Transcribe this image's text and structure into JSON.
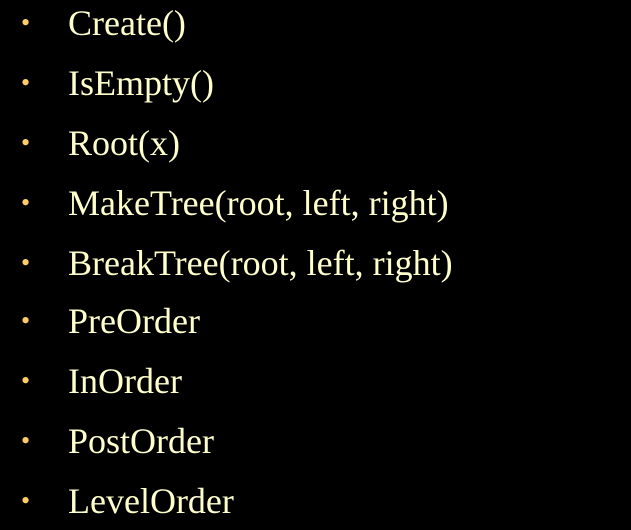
{
  "accent_color": "#ffcc66",
  "text_color": "#ffffcc",
  "background_color": "#000000",
  "items": [
    {
      "label": "Create()"
    },
    {
      "label": "IsEmpty()"
    },
    {
      "label": "Root(x)"
    },
    {
      "label": "MakeTree(root, left, right)"
    },
    {
      "label": "BreakTree(root, left, right)"
    },
    {
      "label": "PreOrder"
    },
    {
      "label": "InOrder"
    },
    {
      "label": "PostOrder"
    },
    {
      "label": "LevelOrder"
    }
  ]
}
